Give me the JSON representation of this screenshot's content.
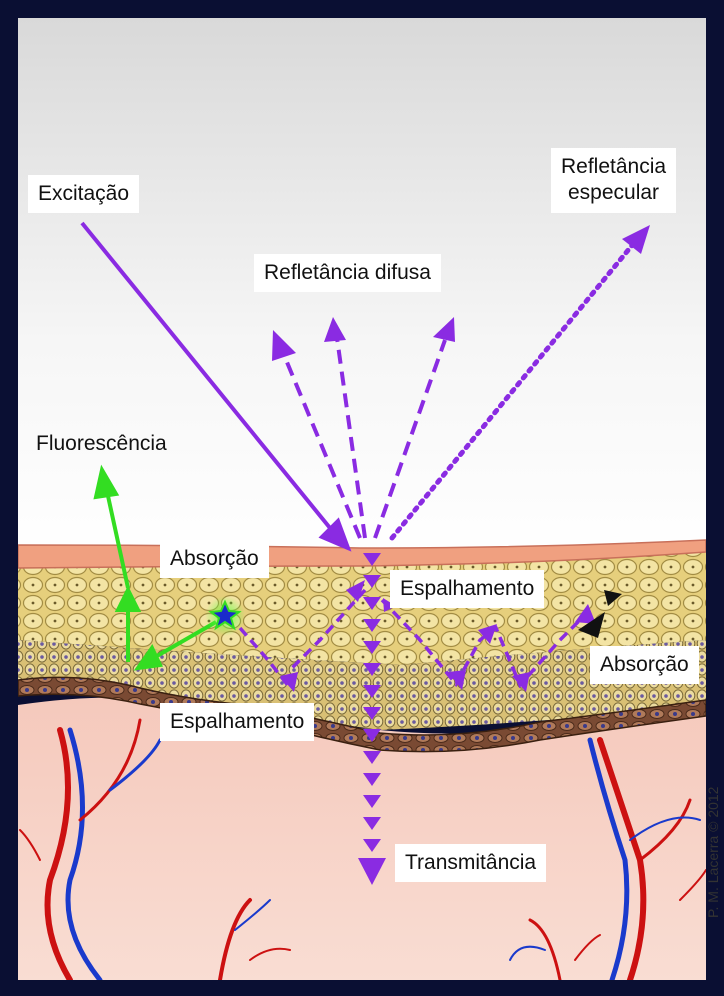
{
  "labels": {
    "excitation": "Excitação",
    "specular": "Refletância\nespecular",
    "diffuse": "Refletância difusa",
    "fluorescence": "Fluorescência",
    "absorption_left": "Absorção",
    "scattering_top": "Espalhamento",
    "absorption_right": "Absorção",
    "scattering_bottom": "Espalhamento",
    "transmittance": "Transmitância"
  },
  "credit": "P. M. Lacerra © 2012",
  "colors": {
    "beam": "#8a2be2",
    "fluorescence": "#33dd22",
    "surface": "#f0a080",
    "epidermis": "#e8d488",
    "dermis": "#f6d4c8",
    "artery": "#cc1111",
    "vein": "#1a3acc",
    "frame": "#0a0f33"
  }
}
